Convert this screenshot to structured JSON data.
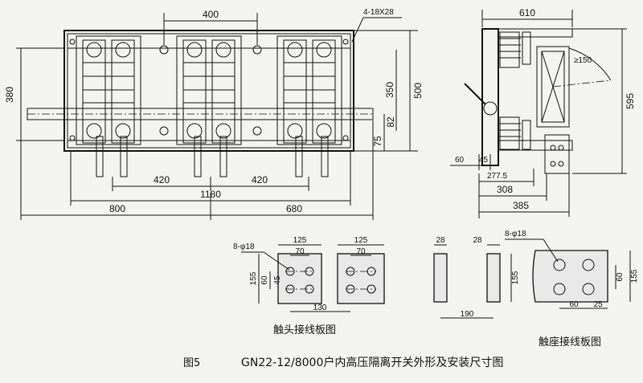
{
  "figure": {
    "number": "图5",
    "title": "GN22-12/8000户内高压隔离开关外形及安装尺寸图"
  },
  "front_view": {
    "dim_top": "400",
    "hole_note": "4-18X28",
    "dim_left": "380",
    "dim_500": "500",
    "dim_350": "350",
    "dim_75": "75",
    "dim_82": "82",
    "dim_420_a": "420",
    "dim_420_b": "420",
    "dim_1180": "1180",
    "dim_800": "800",
    "dim_680": "680"
  },
  "side_view": {
    "dim_610": "610",
    "dim_arc": "≥150",
    "dim_595": "595",
    "dim_60": "60",
    "dim_45": "45",
    "dim_2775": "277.5",
    "dim_308": "308",
    "dim_385": "385"
  },
  "contact_head": {
    "width_1": "125",
    "hole_1": "70",
    "width_2": "125",
    "hole_2": "70",
    "hole_note": "8-φ18",
    "height": "155",
    "hole_v": "60",
    "edge_v": "45",
    "spacing": "130",
    "caption": "触头接线板图"
  },
  "contact_seat": {
    "thick_1": "28",
    "thick_2": "28",
    "height_side": "155",
    "spacing": "190",
    "hole_note": "8-φ18",
    "hole_v": "60",
    "height_face": "155",
    "hole_h": "60",
    "edge_h": "25",
    "caption": "触座接线板图"
  }
}
